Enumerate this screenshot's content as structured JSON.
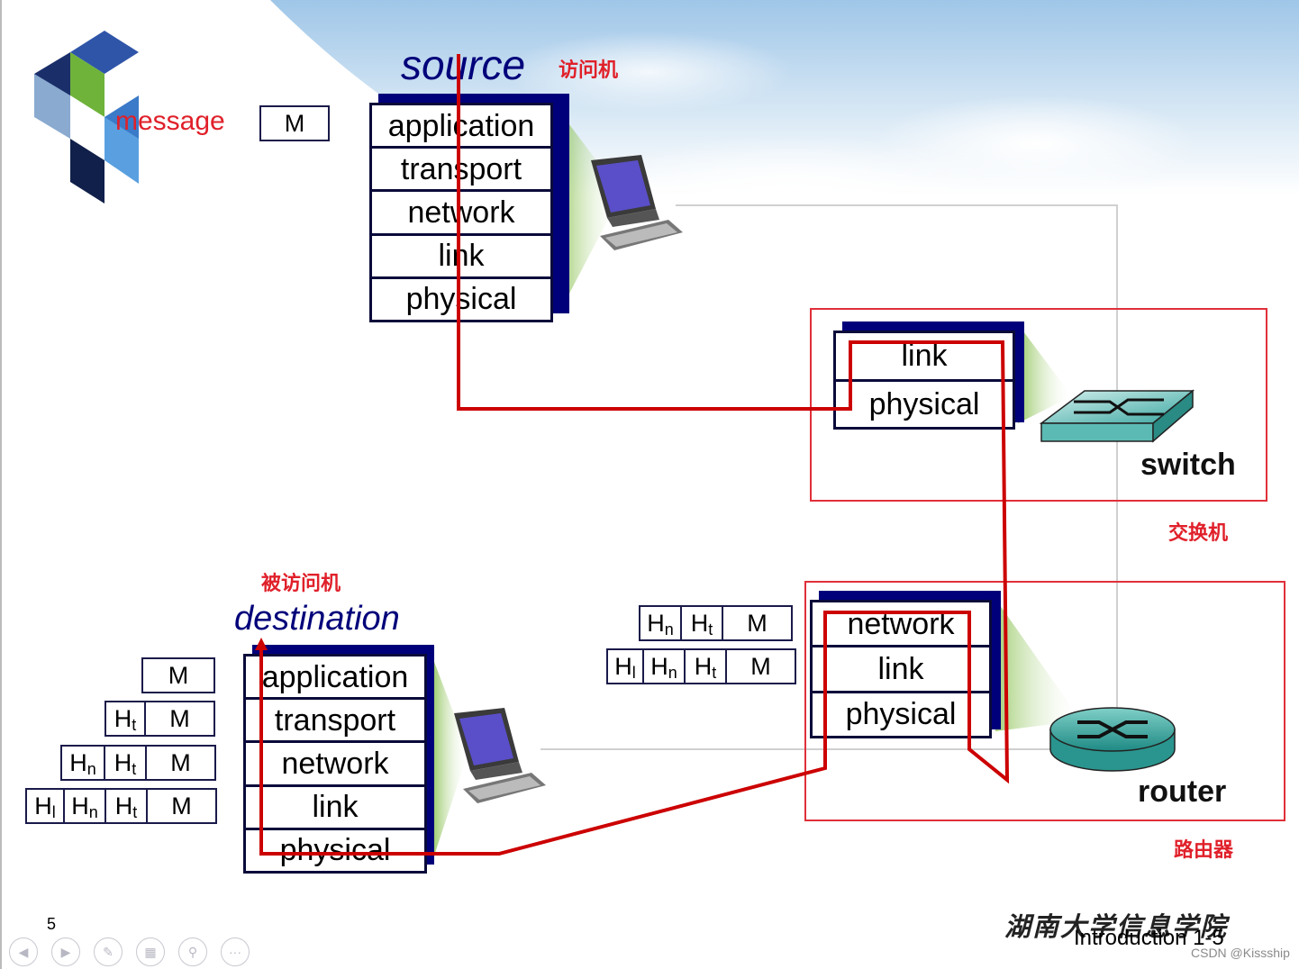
{
  "labels": {
    "source": "source",
    "source_cn": "访问机",
    "message": "message",
    "destination": "destination",
    "destination_cn": "被访问机",
    "switch": "switch",
    "switch_cn": "交换机",
    "router": "router",
    "router_cn": "路由器",
    "slide_number": "5",
    "footer_school": "湖南大学信息学院",
    "footer_intro": "Introduction 1-5",
    "watermark": "CSDN @Kissship"
  },
  "message_box": "M",
  "source_stack": [
    "application",
    "transport",
    "network",
    "link",
    "physical"
  ],
  "destination_stack": [
    "application",
    "transport",
    "network",
    "link",
    "physical"
  ],
  "switch_stack": [
    "link",
    "physical"
  ],
  "router_stack": [
    "network",
    "link",
    "physical"
  ],
  "header_letters": {
    "H": "H",
    "M": "M",
    "t": "t",
    "n": "n",
    "l": "l"
  },
  "toolbar": [
    "back",
    "forward",
    "pen",
    "slides",
    "zoom",
    "more"
  ],
  "colors": {
    "path": "#cc0000",
    "stack_border": "#0a0a3a",
    "stack_shadow": "#00007a",
    "highlight": "#e0303a",
    "title_blue": "#00007a"
  }
}
